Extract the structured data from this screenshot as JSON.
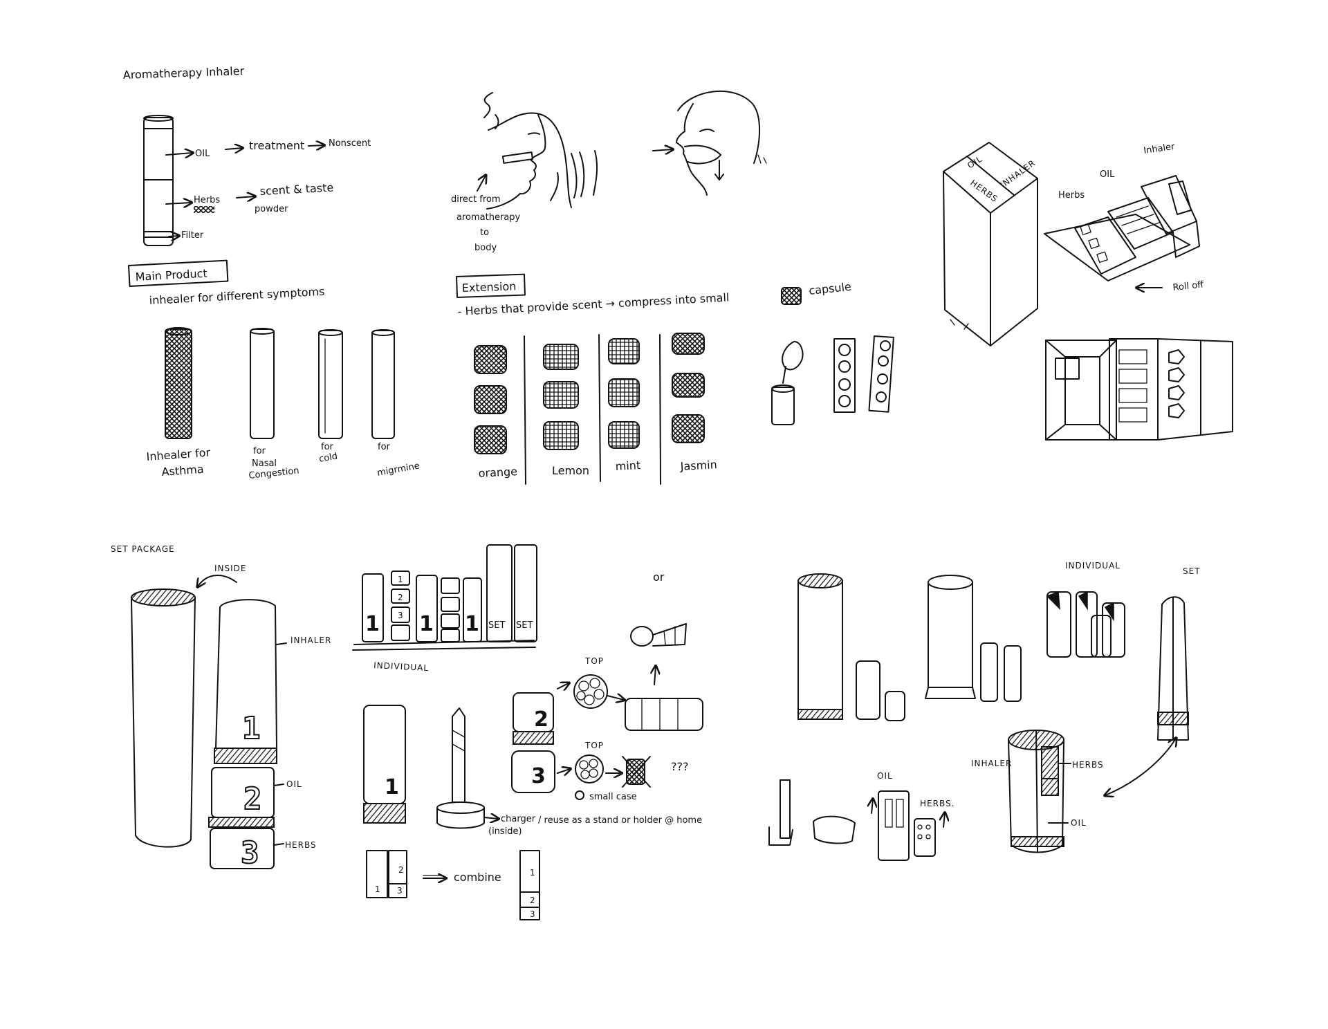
{
  "colors": {
    "ink": "#111111",
    "paper": "#ffffff"
  },
  "section_titles": {
    "inhaler": "Aromatherapy Inhaler",
    "set_package": "SET PACKAGE"
  },
  "inhaler_parts": {
    "oil": "OIL",
    "treatment": "treatment",
    "nonscent": "Nonscent",
    "herbs": "Herbs",
    "scent_taste": "scent & taste",
    "powder": "powder",
    "filter": "Filter"
  },
  "usage_note": {
    "line1": "direct from",
    "line2": "aromatherapy",
    "line3": "to",
    "line4": "body"
  },
  "main_product": {
    "heading": "Main Product",
    "subtitle": "inhealer for different symptoms",
    "variants": [
      {
        "line1": "Inhealer for",
        "line2": "Asthma"
      },
      {
        "line1": "for",
        "line2": "Nasal",
        "line3": "Congestion"
      },
      {
        "line1": "for",
        "line2": "cold"
      },
      {
        "line1": "for",
        "line2": "migrmine"
      }
    ]
  },
  "extension": {
    "heading": "Extension",
    "description": "- Herbs that provide scent → compress into small",
    "capsule": "capsule",
    "flavors": [
      "orange",
      "Lemon",
      "mint",
      "Jasmin"
    ]
  },
  "box_labels": {
    "oil": "OIL",
    "inhaler": "INHALER",
    "herbs": "HERBS",
    "tray_herbs": "Herbs",
    "tray_oil": "OIL",
    "tray_inhaler": "Inhaler",
    "roll_off": "Roll off"
  },
  "set_package": {
    "inside": "INSIDE",
    "inhaler": "INHALER",
    "oil": "OIL",
    "herbs": "HERBS",
    "digits": [
      "1",
      "2",
      "3"
    ]
  },
  "individual_shelf": {
    "label": "INDIVIDUAL",
    "set_tags": [
      "SET",
      "SET"
    ],
    "mini_numbers": [
      "1",
      "2",
      "3"
    ],
    "big_numbers": [
      "1",
      "1",
      "1"
    ]
  },
  "stack_notes": {
    "top1": "TOP",
    "top2": "TOP",
    "or": "or",
    "unknown": "???",
    "small_case": "small case",
    "charger": "charger",
    "inside": "(inside)",
    "reuse": "/ reuse as a stand or holder @ home",
    "combine": "combine",
    "digits": [
      "1",
      "2",
      "3"
    ]
  },
  "right_bottom": {
    "individual": "INDIVIDUAL",
    "set": "SET",
    "oil": "OIL",
    "herbs": "HERBS.",
    "inhaler": "INHALER",
    "herbs2": "HERBS",
    "oil2": "OIL"
  }
}
